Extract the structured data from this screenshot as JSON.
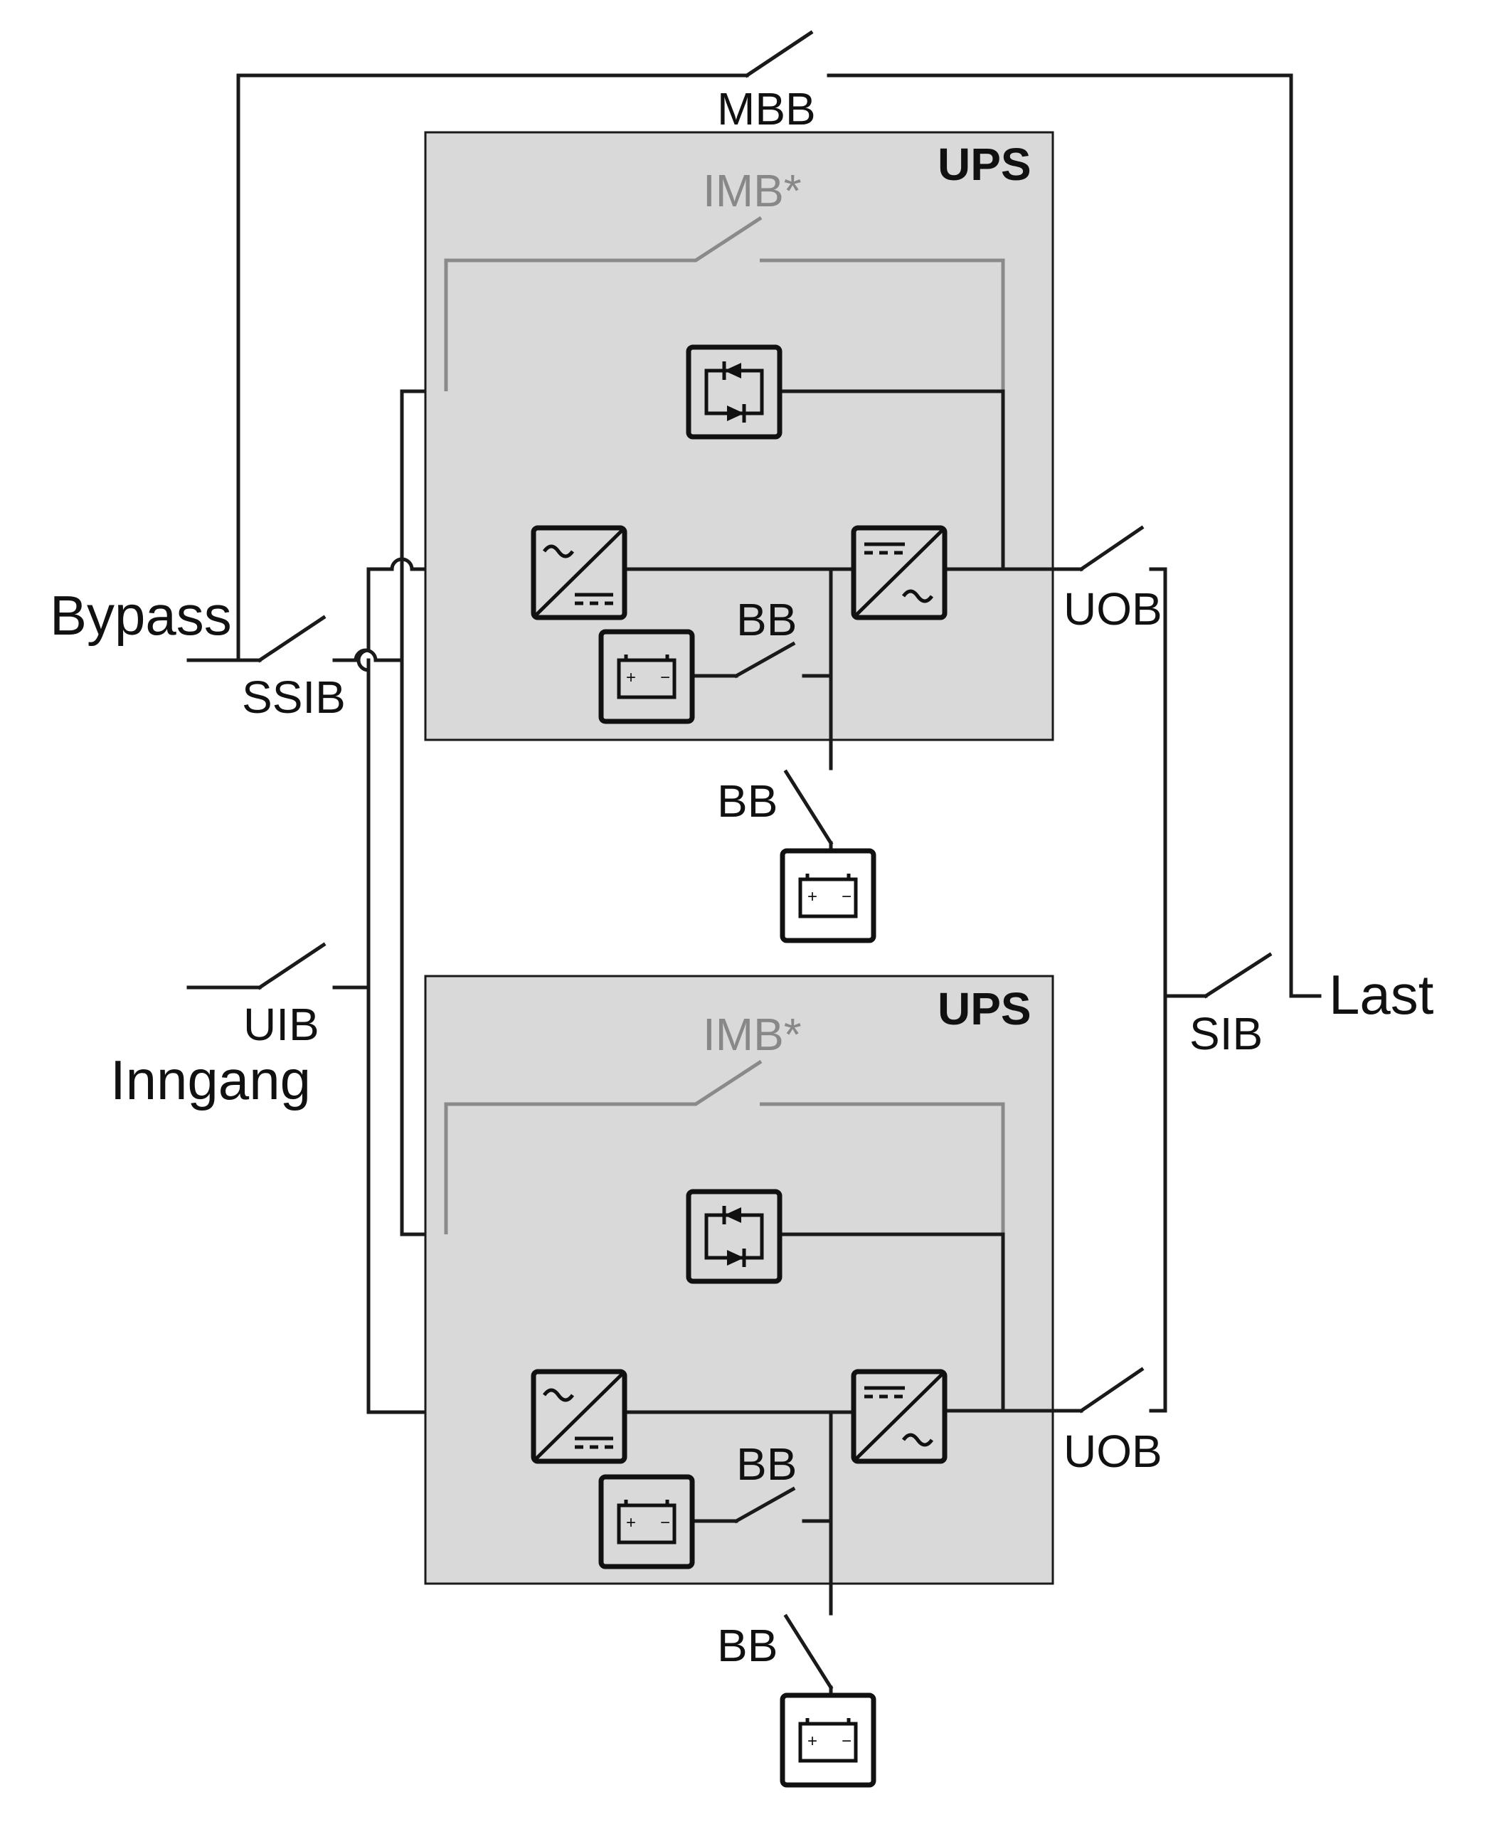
{
  "labels": {
    "mbb": "MBB",
    "bypass": "Bypass",
    "ssib": "SSIB",
    "uib": "UIB",
    "inngang": "Inngang",
    "last": "Last",
    "sib": "SIB"
  },
  "ups_units": [
    {
      "title": "UPS",
      "imb": "IMB*",
      "bb_internal": "BB",
      "uob": "UOB",
      "bb_external": "BB"
    },
    {
      "title": "UPS",
      "imb": "IMB*",
      "bb_internal": "BB",
      "uob": "UOB",
      "bb_external": "BB"
    }
  ],
  "colors": {
    "ups_fill": "#d9d9d9",
    "wire": "#1a1a1a",
    "imb_wire": "#8a8a8a"
  }
}
